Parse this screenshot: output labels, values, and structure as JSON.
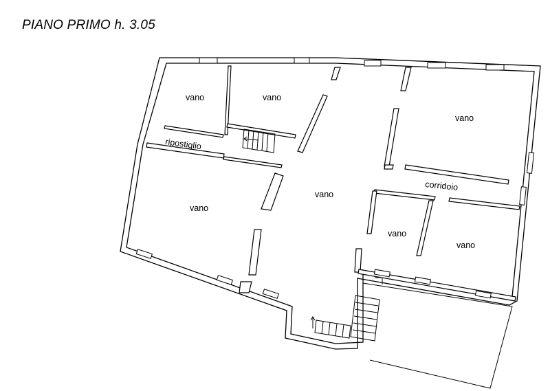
{
  "title": "PIANO PRIMO h. 3.05",
  "rooms": {
    "vano_top_left": "vano",
    "vano_top_mid": "vano",
    "ripostiglio": "ripostiglio",
    "vano_top_right": "vano",
    "corridoio": "corridoio",
    "vano_left": "vano",
    "vano_center": "vano",
    "vano_small": "vano",
    "vano_bottom_right": "vano"
  }
}
